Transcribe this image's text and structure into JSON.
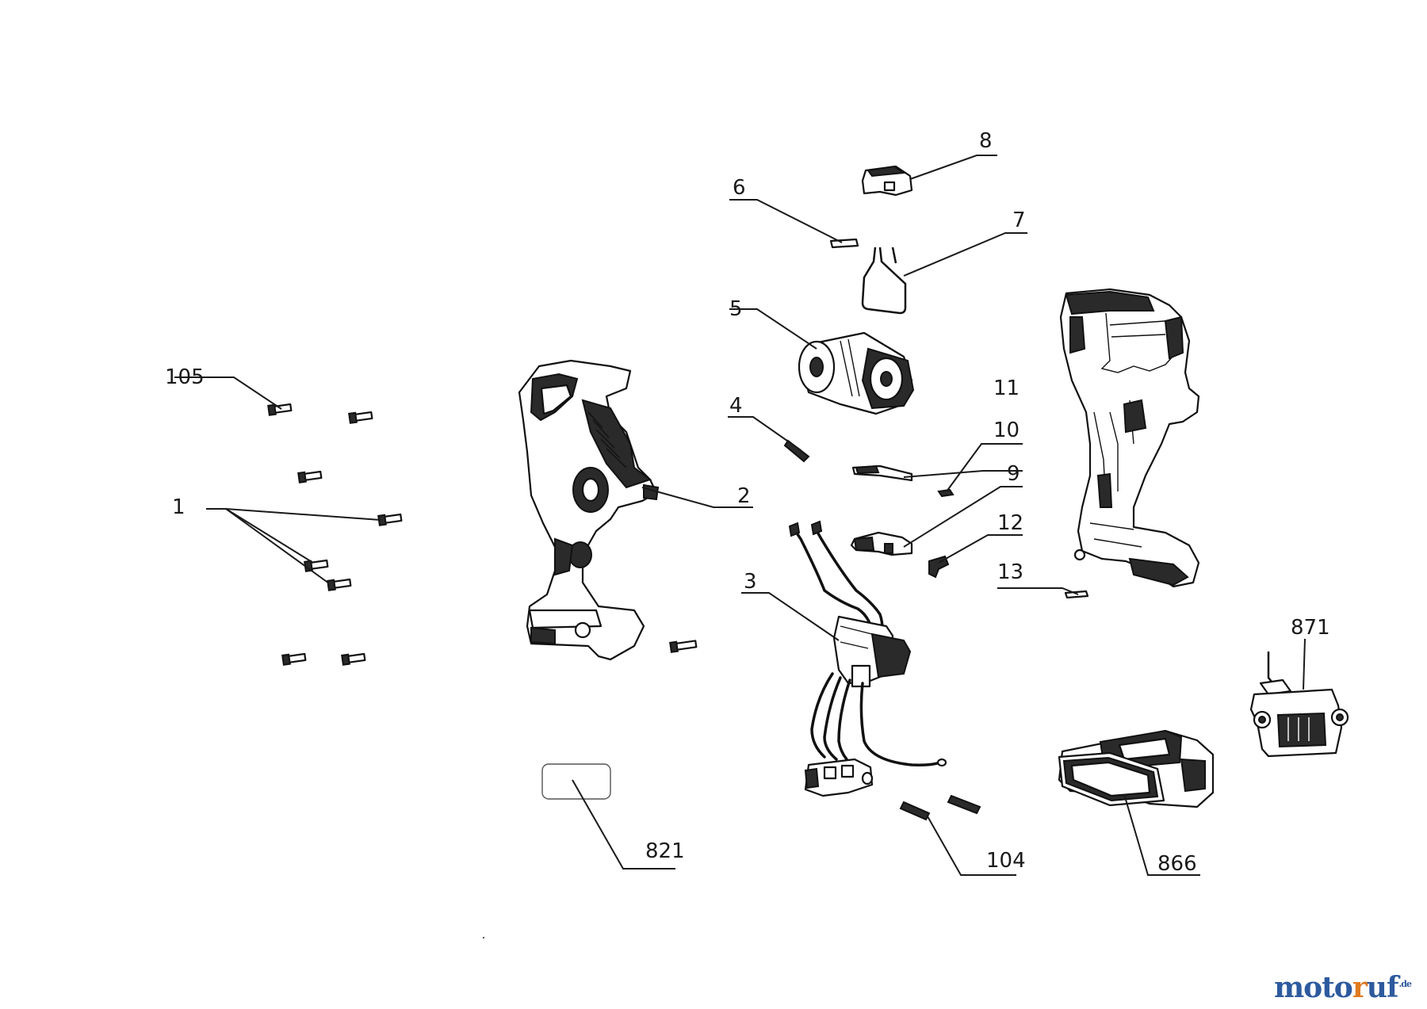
{
  "labels": {
    "l1": "1",
    "l2": "2",
    "l3": "3",
    "l4": "4",
    "l5": "5",
    "l6": "6",
    "l7": "7",
    "l8": "8",
    "l9": "9",
    "l10": "10",
    "l11": "11",
    "l12": "12",
    "l13": "13",
    "l104": "104",
    "l105": "105",
    "l821": "821",
    "l866": "866",
    "l871": "871"
  },
  "watermark": {
    "part1": "moto",
    "part2": "r",
    "part3": "uf",
    "suffix": ".de"
  }
}
